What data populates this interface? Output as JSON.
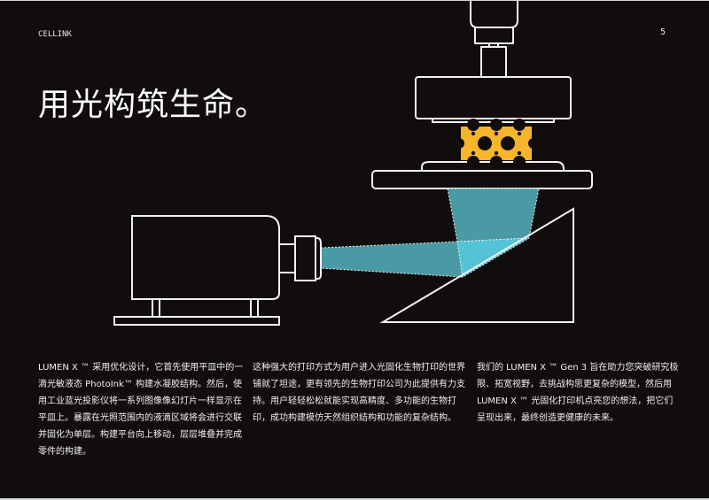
{
  "header": {
    "brand": "CELLINK",
    "page_number": "5"
  },
  "title": "用光构筑生命。",
  "illustration": {
    "description": "LUMEN X light-based bioprinter schematic: projector emitting blue light via mirror up into vat, printed lattice structure on build platform",
    "colors": {
      "background": "#110d0d",
      "outline": "#f2f2f2",
      "light_beam": "#4a9aa6",
      "light_beam_bright": "#55c3d6",
      "printed_structure": "#f7b52c"
    }
  },
  "body": {
    "columns": [
      {
        "text": "LUMEN X  ™ 采用优化设计，它首先使用平皿中的一滴光敏液态 PhotoInk™ 构建水凝胶结构。然后，使用工业蓝光投影仪将一系列图像像幻灯片一样显示在平皿上。暴露在光照范围内的液滴区域将会进行交联并固化为单层。构建平台向上移动，层层堆叠并完成零件的构建。"
      },
      {
        "text": "这种强大的打印方式为用户进入光固化生物打印的世界铺就了坦途，更有领先的生物打印公司为此提供有力支持。用户轻轻松松就能实现高精度、多功能的生物打印，成功构建模仿天然组织结构和功能的复杂结构。"
      },
      {
        "text": "我们的 LUMEN X  ™ Gen 3 旨在助力您突破研究极限、拓宽视野，去挑战构思更复杂的模型，然后用LUMEN X  ™ 光固化打印机点亮您的想法，把它们呈现出来，最终创造更健康的未来。"
      }
    ]
  }
}
